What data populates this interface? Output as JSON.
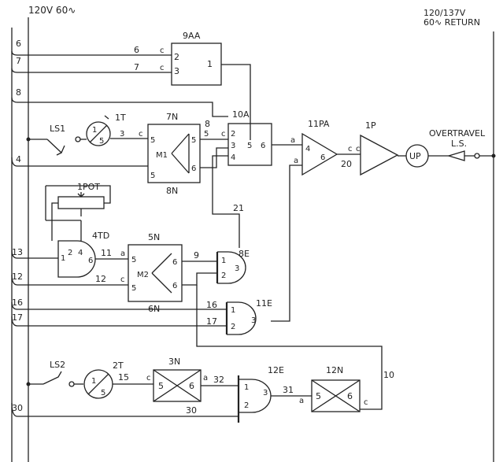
{
  "header": {
    "left_supply": "120V 60∿",
    "right_supply_line1": "120/137V",
    "right_supply_line2": "60∿ RETURN"
  },
  "blocks": {
    "b9aa": {
      "name": "9AA",
      "in_top": "2",
      "in_bot": "3",
      "out": "1"
    },
    "b10a": {
      "name": "10A",
      "in1": "2",
      "in2": "3",
      "in3": "4",
      "mid": "5",
      "out": "6"
    },
    "b11pa": {
      "name": "11PA",
      "in": "4",
      "out": "6"
    },
    "b1p": {
      "name": "1P"
    },
    "up": {
      "name": "UP"
    },
    "ls1": {
      "name": "LS1"
    },
    "t1": {
      "name": "1T",
      "in": "1",
      "out": "5",
      "pin": "3"
    },
    "n7": {
      "name": "7N",
      "lower_name": "8N",
      "center": "M1",
      "l1": "5",
      "l2": "5",
      "r1": "5",
      "r2": "6"
    },
    "pot": {
      "name": "1POT"
    },
    "td4": {
      "name": "4TD",
      "p1": "1",
      "p2": "2",
      "p4": "4",
      "p6": "6"
    },
    "n5": {
      "name": "5N",
      "lower_name": "6N",
      "center": "M2",
      "l1": "5",
      "l2": "5",
      "r1": "6",
      "r2": "6"
    },
    "e8": {
      "name": "8E",
      "p1": "1",
      "p2": "2",
      "p3": "3"
    },
    "e11": {
      "name": "11E",
      "p1": "1",
      "p2": "2",
      "p3": "3"
    },
    "ls2": {
      "name": "LS2"
    },
    "t2": {
      "name": "2T",
      "in": "1",
      "out": "5"
    },
    "n3": {
      "name": "3N",
      "in": "5",
      "out": "6"
    },
    "e12": {
      "name": "12E",
      "p1": "1",
      "p2": "2",
      "p3": "3"
    },
    "n12": {
      "name": "12N",
      "in": "5",
      "out": "6"
    },
    "overtravel": {
      "line1": "OVERTRAVEL",
      "line2": "L.S."
    }
  },
  "wires": {
    "w6": "6",
    "w7": "7",
    "w8": "8",
    "w4": "4",
    "w13": "13",
    "w12": "12",
    "w16": "16",
    "w17": "17",
    "w30": "30",
    "w6b": "6",
    "w7b": "7",
    "w8b": "8",
    "w11": "11",
    "w12b": "12",
    "w9": "9",
    "w16b": "16",
    "w17b": "17",
    "w21": "21",
    "w20": "20",
    "w15": "15",
    "w32": "32",
    "w31": "31",
    "w10": "10",
    "w30b": "30",
    "c_9aa_a": "c",
    "c_9aa_b": "c",
    "c_1t": "c",
    "c_10a": "c",
    "c_11pa_in": "a",
    "c_11pa_in2": "a",
    "c_11pa_out": "c",
    "c_1p": "c",
    "c_m2_a": "a",
    "c_m2_c": "c",
    "c_2t": "c",
    "c_3n": "a",
    "c_12n_a": "a",
    "c_12n_c": "c",
    "c_10a_out": "a"
  }
}
